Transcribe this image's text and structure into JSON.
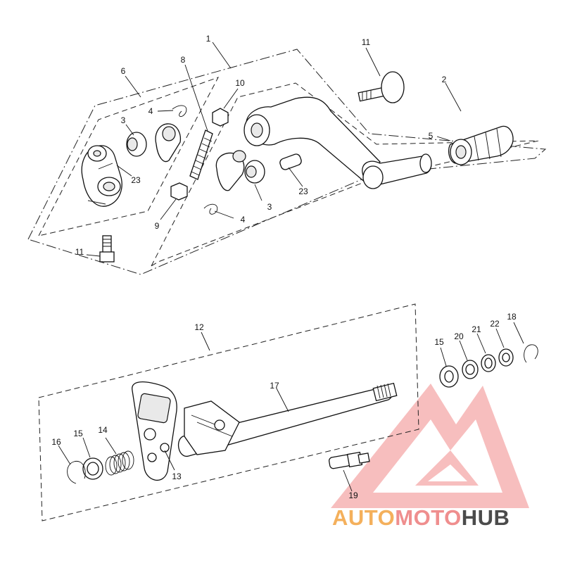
{
  "callouts": [
    {
      "id": "c1",
      "label": "1"
    },
    {
      "id": "c2",
      "label": "2"
    },
    {
      "id": "c3a",
      "label": "3"
    },
    {
      "id": "c3b",
      "label": "3"
    },
    {
      "id": "c4a",
      "label": "4"
    },
    {
      "id": "c4b",
      "label": "4"
    },
    {
      "id": "c5",
      "label": "5"
    },
    {
      "id": "c6",
      "label": "6"
    },
    {
      "id": "c8",
      "label": "8"
    },
    {
      "id": "c9",
      "label": "9"
    },
    {
      "id": "c10",
      "label": "10"
    },
    {
      "id": "c11a",
      "label": "11"
    },
    {
      "id": "c11b",
      "label": "11"
    },
    {
      "id": "c12",
      "label": "12"
    },
    {
      "id": "c13",
      "label": "13"
    },
    {
      "id": "c14",
      "label": "14"
    },
    {
      "id": "c15a",
      "label": "15"
    },
    {
      "id": "c15b",
      "label": "15"
    },
    {
      "id": "c16",
      "label": "16"
    },
    {
      "id": "c17",
      "label": "17"
    },
    {
      "id": "c18",
      "label": "18"
    },
    {
      "id": "c19",
      "label": "19"
    },
    {
      "id": "c20",
      "label": "20"
    },
    {
      "id": "c21",
      "label": "21"
    },
    {
      "id": "c22",
      "label": "22"
    },
    {
      "id": "c23a",
      "label": "23"
    },
    {
      "id": "c23b",
      "label": "23"
    }
  ],
  "watermark": {
    "brand_part1": "AUTO",
    "brand_part2": "MOTO",
    "brand_part3": "HUB",
    "color_primary": "#ef8e8e",
    "color_secondary": "#f4b05c",
    "color_dark": "#4b4b4b"
  }
}
